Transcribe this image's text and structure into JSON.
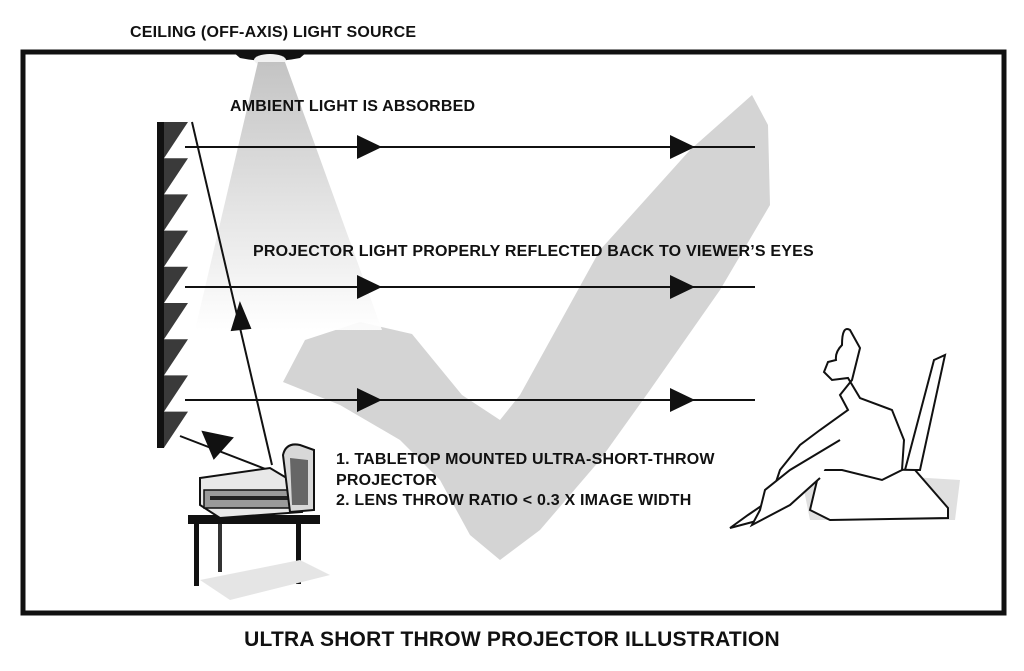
{
  "labels": {
    "ceiling_light": "CEILING (OFF-AXIS) LIGHT SOURCE",
    "ambient": "AMBIENT LIGHT IS ABSORBED",
    "reflected": "PROJECTOR LIGHT PROPERLY REFLECTED BACK TO VIEWER’S EYES",
    "projector_note_1a": "1. TABLETOP MOUNTED ULTRA-SHORT-THROW",
    "projector_note_1b": "PROJECTOR",
    "projector_note_2": "2. LENS THROW RATIO < 0.3 X IMAGE WIDTH"
  },
  "caption": "ULTRA SHORT THROW PROJECTOR ILLUSTRATION",
  "colors": {
    "ink": "#111111",
    "checkmark": "#d4d4d4",
    "light_cone": "#cfcfcf",
    "screen_teeth": "#3a3a3a"
  }
}
